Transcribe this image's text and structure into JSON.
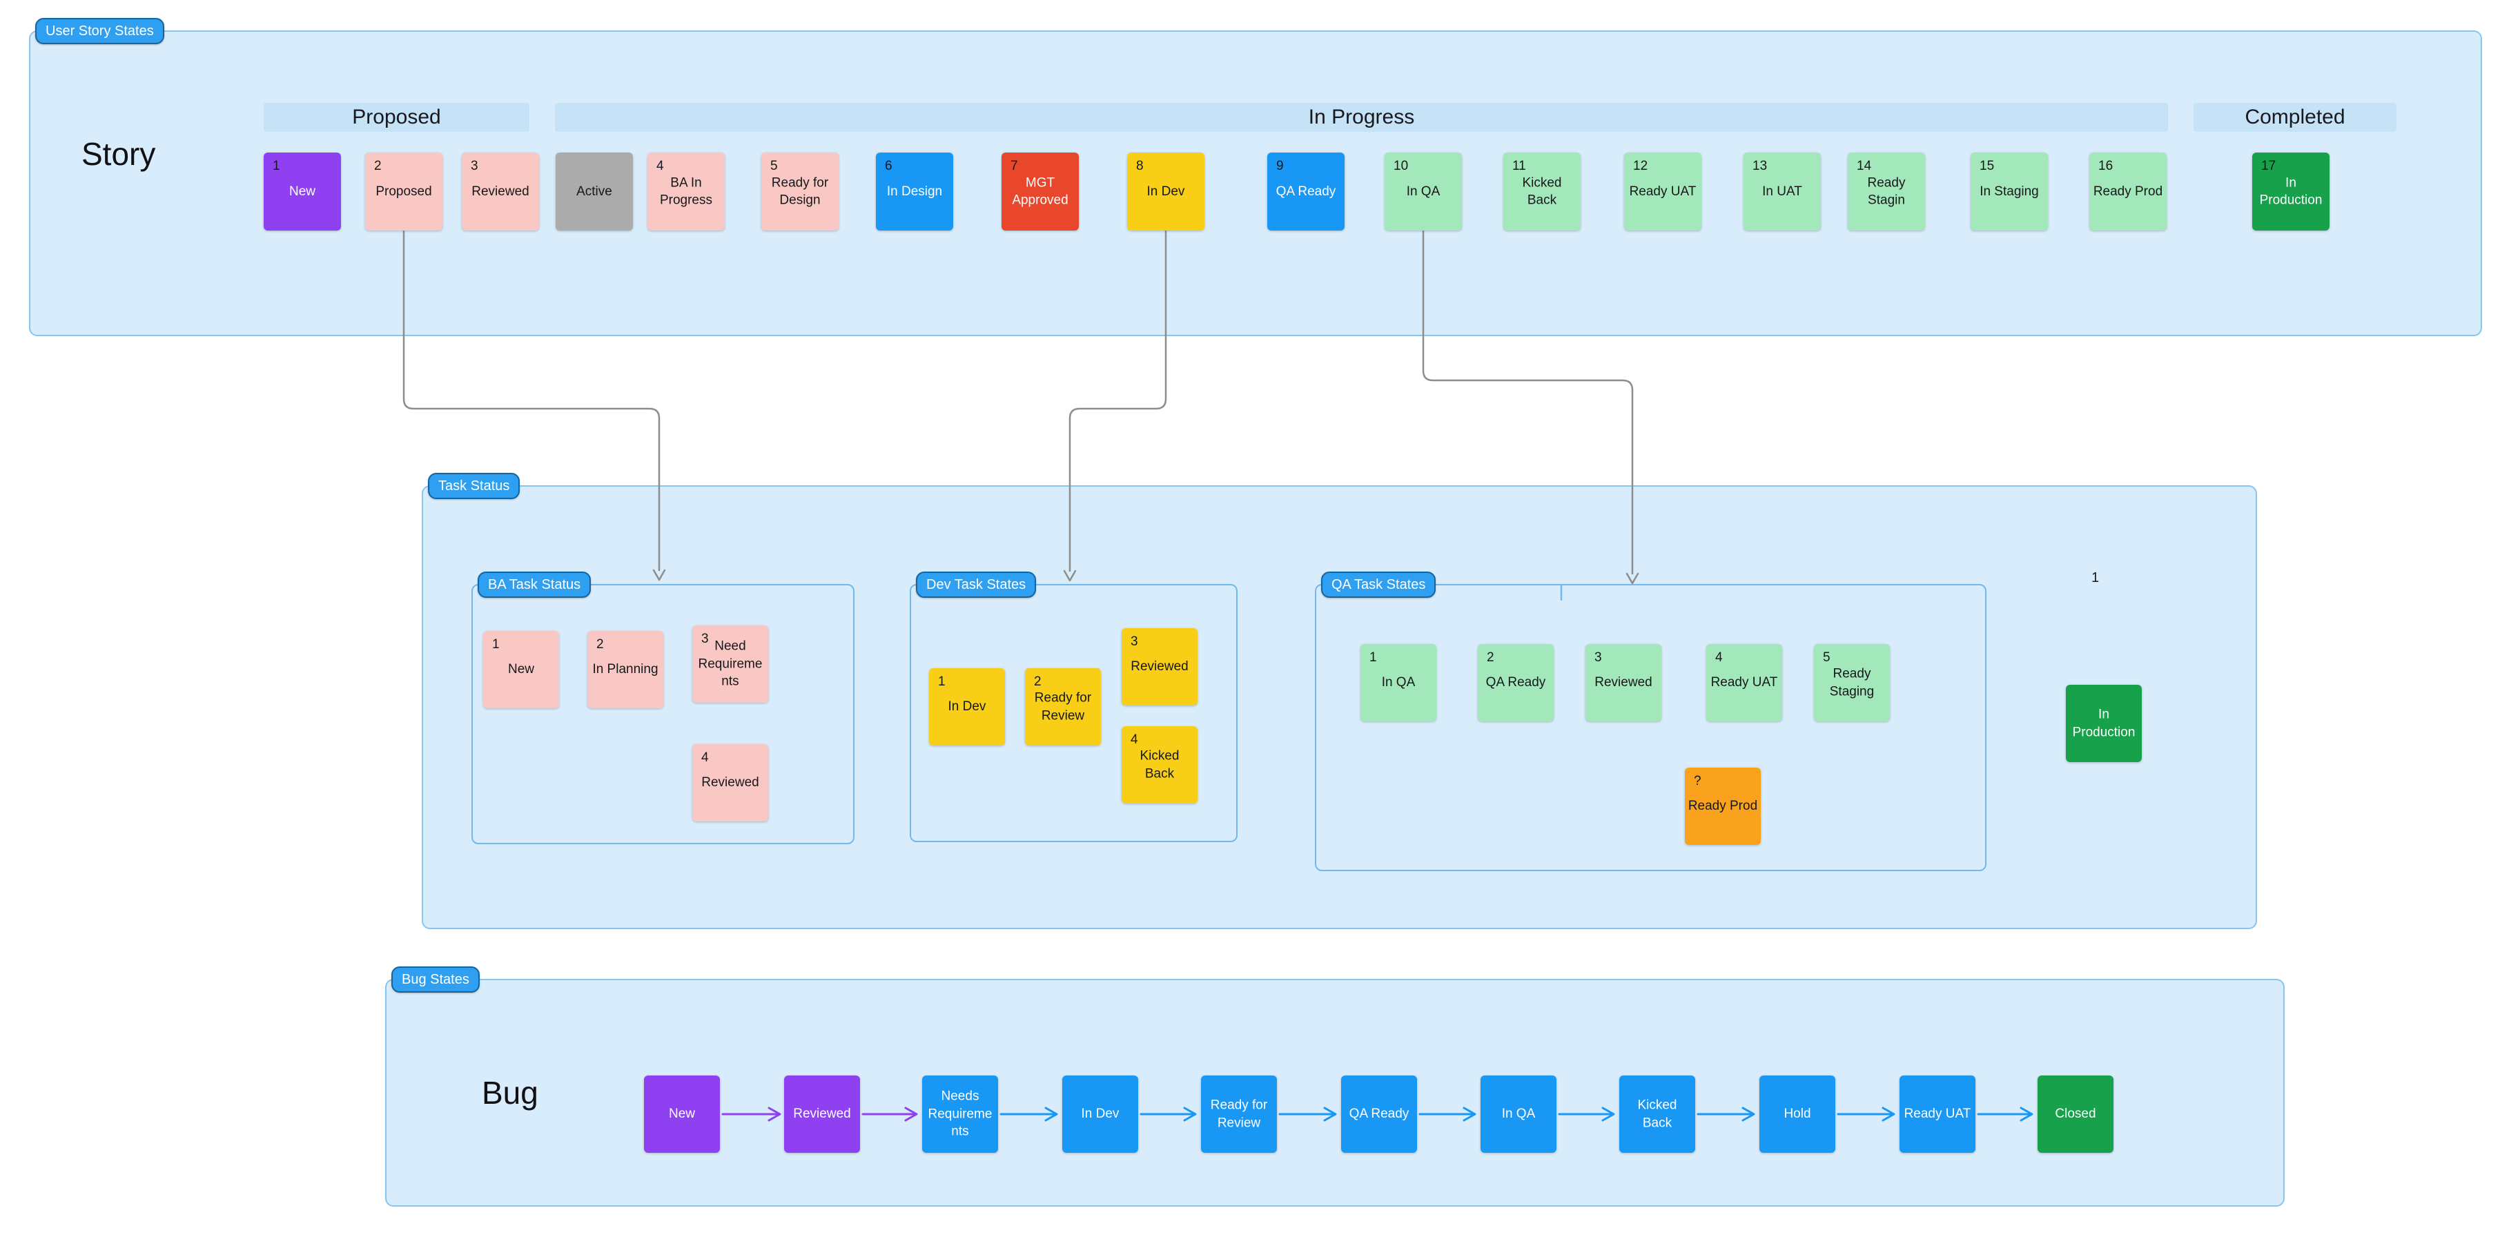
{
  "board": {
    "background": "#ffffff",
    "frame_bg": "#d8ecfb",
    "frame_border": "#86c5f0",
    "pill_bg": "#2f9ff1",
    "connector_color": "#8d8d8d",
    "palette": {
      "purple": "#8f41f2",
      "pink": "#fac8c4",
      "gray": "#ababab",
      "blue": "#1897f5",
      "red": "#e8472b",
      "yellow": "#f8cf16",
      "green": "#a2e8bb",
      "dark_green": "#17a14b",
      "orange": "#f8a21e"
    }
  },
  "story_section": {
    "frame_label": "User Story States",
    "title": "Story",
    "headers": {
      "proposed": "Proposed",
      "in_progress": "In Progress",
      "completed": "Completed"
    },
    "cards": [
      {
        "number": "1",
        "label": "New",
        "color": "purple"
      },
      {
        "number": "2",
        "label": "Proposed",
        "color": "pink"
      },
      {
        "number": "3",
        "label": "Reviewed",
        "color": "pink"
      },
      {
        "number": "",
        "label": "Active",
        "color": "gray"
      },
      {
        "number": "4",
        "label": "BA In Progress",
        "color": "pink"
      },
      {
        "number": "5",
        "label": "Ready for Design",
        "color": "pink"
      },
      {
        "number": "6",
        "label": "In Design",
        "color": "blue"
      },
      {
        "number": "7",
        "label": "MGT Approved",
        "color": "red"
      },
      {
        "number": "8",
        "label": "In Dev",
        "color": "yellow"
      },
      {
        "number": "9",
        "label": "QA Ready",
        "color": "blue"
      },
      {
        "number": "10",
        "label": "In QA",
        "color": "green"
      },
      {
        "number": "11",
        "label": "Kicked Back",
        "color": "green"
      },
      {
        "number": "12",
        "label": "Ready UAT",
        "color": "green"
      },
      {
        "number": "13",
        "label": "In UAT",
        "color": "green"
      },
      {
        "number": "14",
        "label": "Ready Stagin",
        "color": "green"
      },
      {
        "number": "15",
        "label": "In Staging",
        "color": "green"
      },
      {
        "number": "16",
        "label": "Ready Prod",
        "color": "green"
      },
      {
        "number": "17",
        "label": "In Production",
        "color": "dark_green"
      }
    ]
  },
  "task_section": {
    "frame_label": "Task Status",
    "floating_number": "1",
    "ba_group": {
      "label": "BA Task Status",
      "cards": [
        {
          "number": "1",
          "label": "New",
          "color": "pink"
        },
        {
          "number": "2",
          "label": "In Planning",
          "color": "pink"
        },
        {
          "number": "3",
          "label": "Need Requirements",
          "color": "pink"
        },
        {
          "number": "4",
          "label": "Reviewed",
          "color": "pink"
        }
      ]
    },
    "dev_group": {
      "label": "Dev Task States",
      "cards": [
        {
          "number": "1",
          "label": "In Dev",
          "color": "yellow"
        },
        {
          "number": "2",
          "label": "Ready for Review",
          "color": "yellow"
        },
        {
          "number": "3",
          "label": "Reviewed",
          "color": "yellow"
        },
        {
          "number": "4",
          "label": "Kicked Back",
          "color": "yellow"
        }
      ]
    },
    "qa_group": {
      "label": "QA Task States",
      "cards": [
        {
          "number": "1",
          "label": "In QA",
          "color": "green"
        },
        {
          "number": "2",
          "label": "QA Ready",
          "color": "green"
        },
        {
          "number": "3",
          "label": "Reviewed",
          "color": "green"
        },
        {
          "number": "4",
          "label": "Ready UAT",
          "color": "green"
        },
        {
          "number": "5",
          "label": "Ready Staging",
          "color": "green"
        }
      ],
      "extra_card": {
        "number": "?",
        "label": "Ready Prod",
        "color": "orange"
      }
    },
    "production_card": {
      "label": "In Production",
      "color": "dark_green"
    }
  },
  "bug_section": {
    "frame_label": "Bug States",
    "title": "Bug",
    "cards": [
      {
        "label": "New",
        "color": "purple"
      },
      {
        "label": "Reviewed",
        "color": "purple"
      },
      {
        "label": "Needs Requirements",
        "color": "blue"
      },
      {
        "label": "In Dev",
        "color": "blue"
      },
      {
        "label": "Ready for Review",
        "color": "blue"
      },
      {
        "label": "QA Ready",
        "color": "blue"
      },
      {
        "label": "In QA",
        "color": "blue"
      },
      {
        "label": "Kicked Back",
        "color": "blue"
      },
      {
        "label": "Hold",
        "color": "blue"
      },
      {
        "label": "Ready UAT",
        "color": "blue"
      },
      {
        "label": "Closed",
        "color": "dark_green"
      }
    ]
  }
}
